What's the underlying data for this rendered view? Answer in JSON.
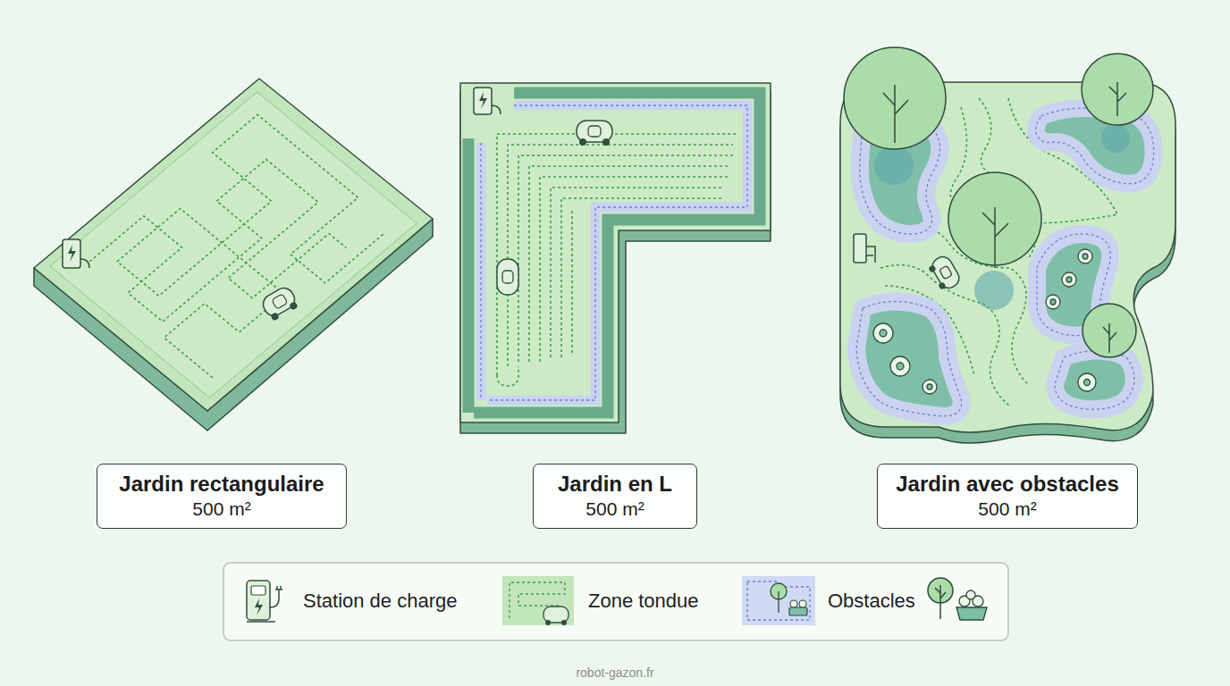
{
  "diagram": {
    "nodes": [
      {
        "text": [
          "Jardin rectangulaire",
          "500 m²"
        ]
      },
      {
        "text": [
          "Jardin en L",
          "500 m²"
        ]
      },
      {
        "text": [
          "Jardin avec obstacles",
          "500 m²"
        ]
      }
    ],
    "labels": [
      "robot-gazon.fr"
    ],
    "legend": [
      {
        "text": "Station de charge"
      },
      {
        "text": "Zone tondue"
      },
      {
        "text": "Obstacles"
      }
    ]
  }
}
